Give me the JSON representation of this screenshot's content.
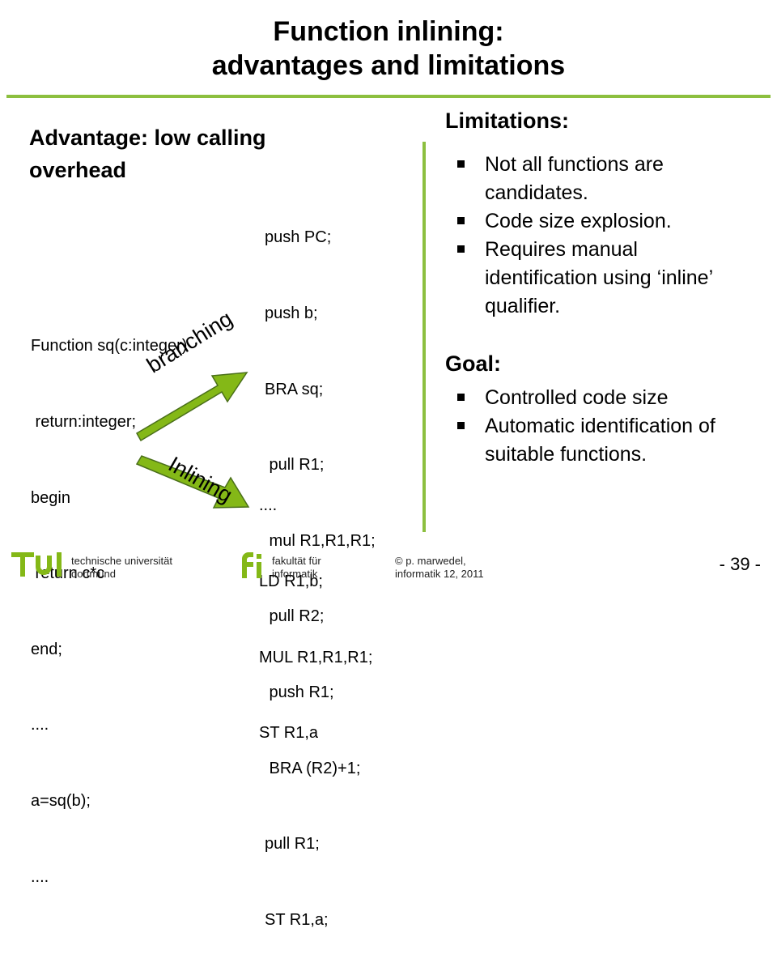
{
  "slide": {
    "title_line1": "Function inlining:",
    "title_line2": "advantages and limitations",
    "advantage_line1": "Advantage: low calling",
    "advantage_line2": "overhead",
    "source_code": [
      "Function sq(c:integer)",
      " return:integer;",
      "begin",
      " return c*c",
      "end;",
      "....",
      "a=sq(b);",
      "...."
    ],
    "branching_code": [
      "push PC;",
      "push b;",
      "BRA sq;",
      " pull R1;",
      " mul R1,R1,R1;",
      " pull R2;",
      " push R1;",
      " BRA (R2)+1;",
      "pull R1;",
      "ST R1,a;"
    ],
    "inlined_code": [
      "....",
      "LD R1,b;",
      "MUL R1,R1,R1;",
      "ST R1,a"
    ],
    "branching_label": "branching",
    "inlining_label": "Inlining",
    "limitations_heading": "Limitations:",
    "limitations": [
      "Not all functions are candidates.",
      "Code size explosion.",
      "Requires manual identification using ‘inline’ qualifier."
    ],
    "goal_heading": "Goal:",
    "goals": [
      "Controlled code size",
      "Automatic identification of suitable functions."
    ]
  },
  "footer": {
    "university_line1": "technische universität",
    "university_line2": "dortmund",
    "faculty_line1": "fakultät für",
    "faculty_line2": "informatik",
    "author_line1": "© p. marwedel,",
    "author_line2": "informatik 12,  2011",
    "page_number": "- 39 -"
  },
  "colors": {
    "accent_green": "#8cbf3f",
    "logo_green": "#84b817",
    "text": "#000000"
  }
}
